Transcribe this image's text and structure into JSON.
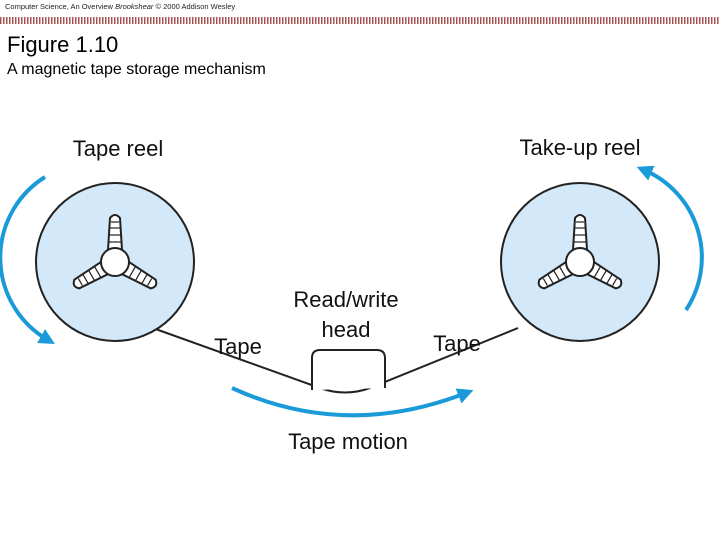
{
  "header": {
    "book_prefix": "Computer Science, An Overview",
    "book_author": "Brookshear",
    "copyright": "© 2000 Addison Wesley"
  },
  "figure": {
    "title": "Figure 1.10",
    "subtitle": "A magnetic tape storage mechanism"
  },
  "labels": {
    "tape_reel": "Tape reel",
    "takeup_reel": "Take-up reel",
    "head_line1": "Read/write",
    "head_line2": "head",
    "tape_left": "Tape",
    "tape_right": "Tape",
    "motion": "Tape motion"
  },
  "colors": {
    "reel_fill": "#d3e8f8",
    "arrow": "#1a9ad8",
    "header_rule": "#8b1a1a"
  }
}
